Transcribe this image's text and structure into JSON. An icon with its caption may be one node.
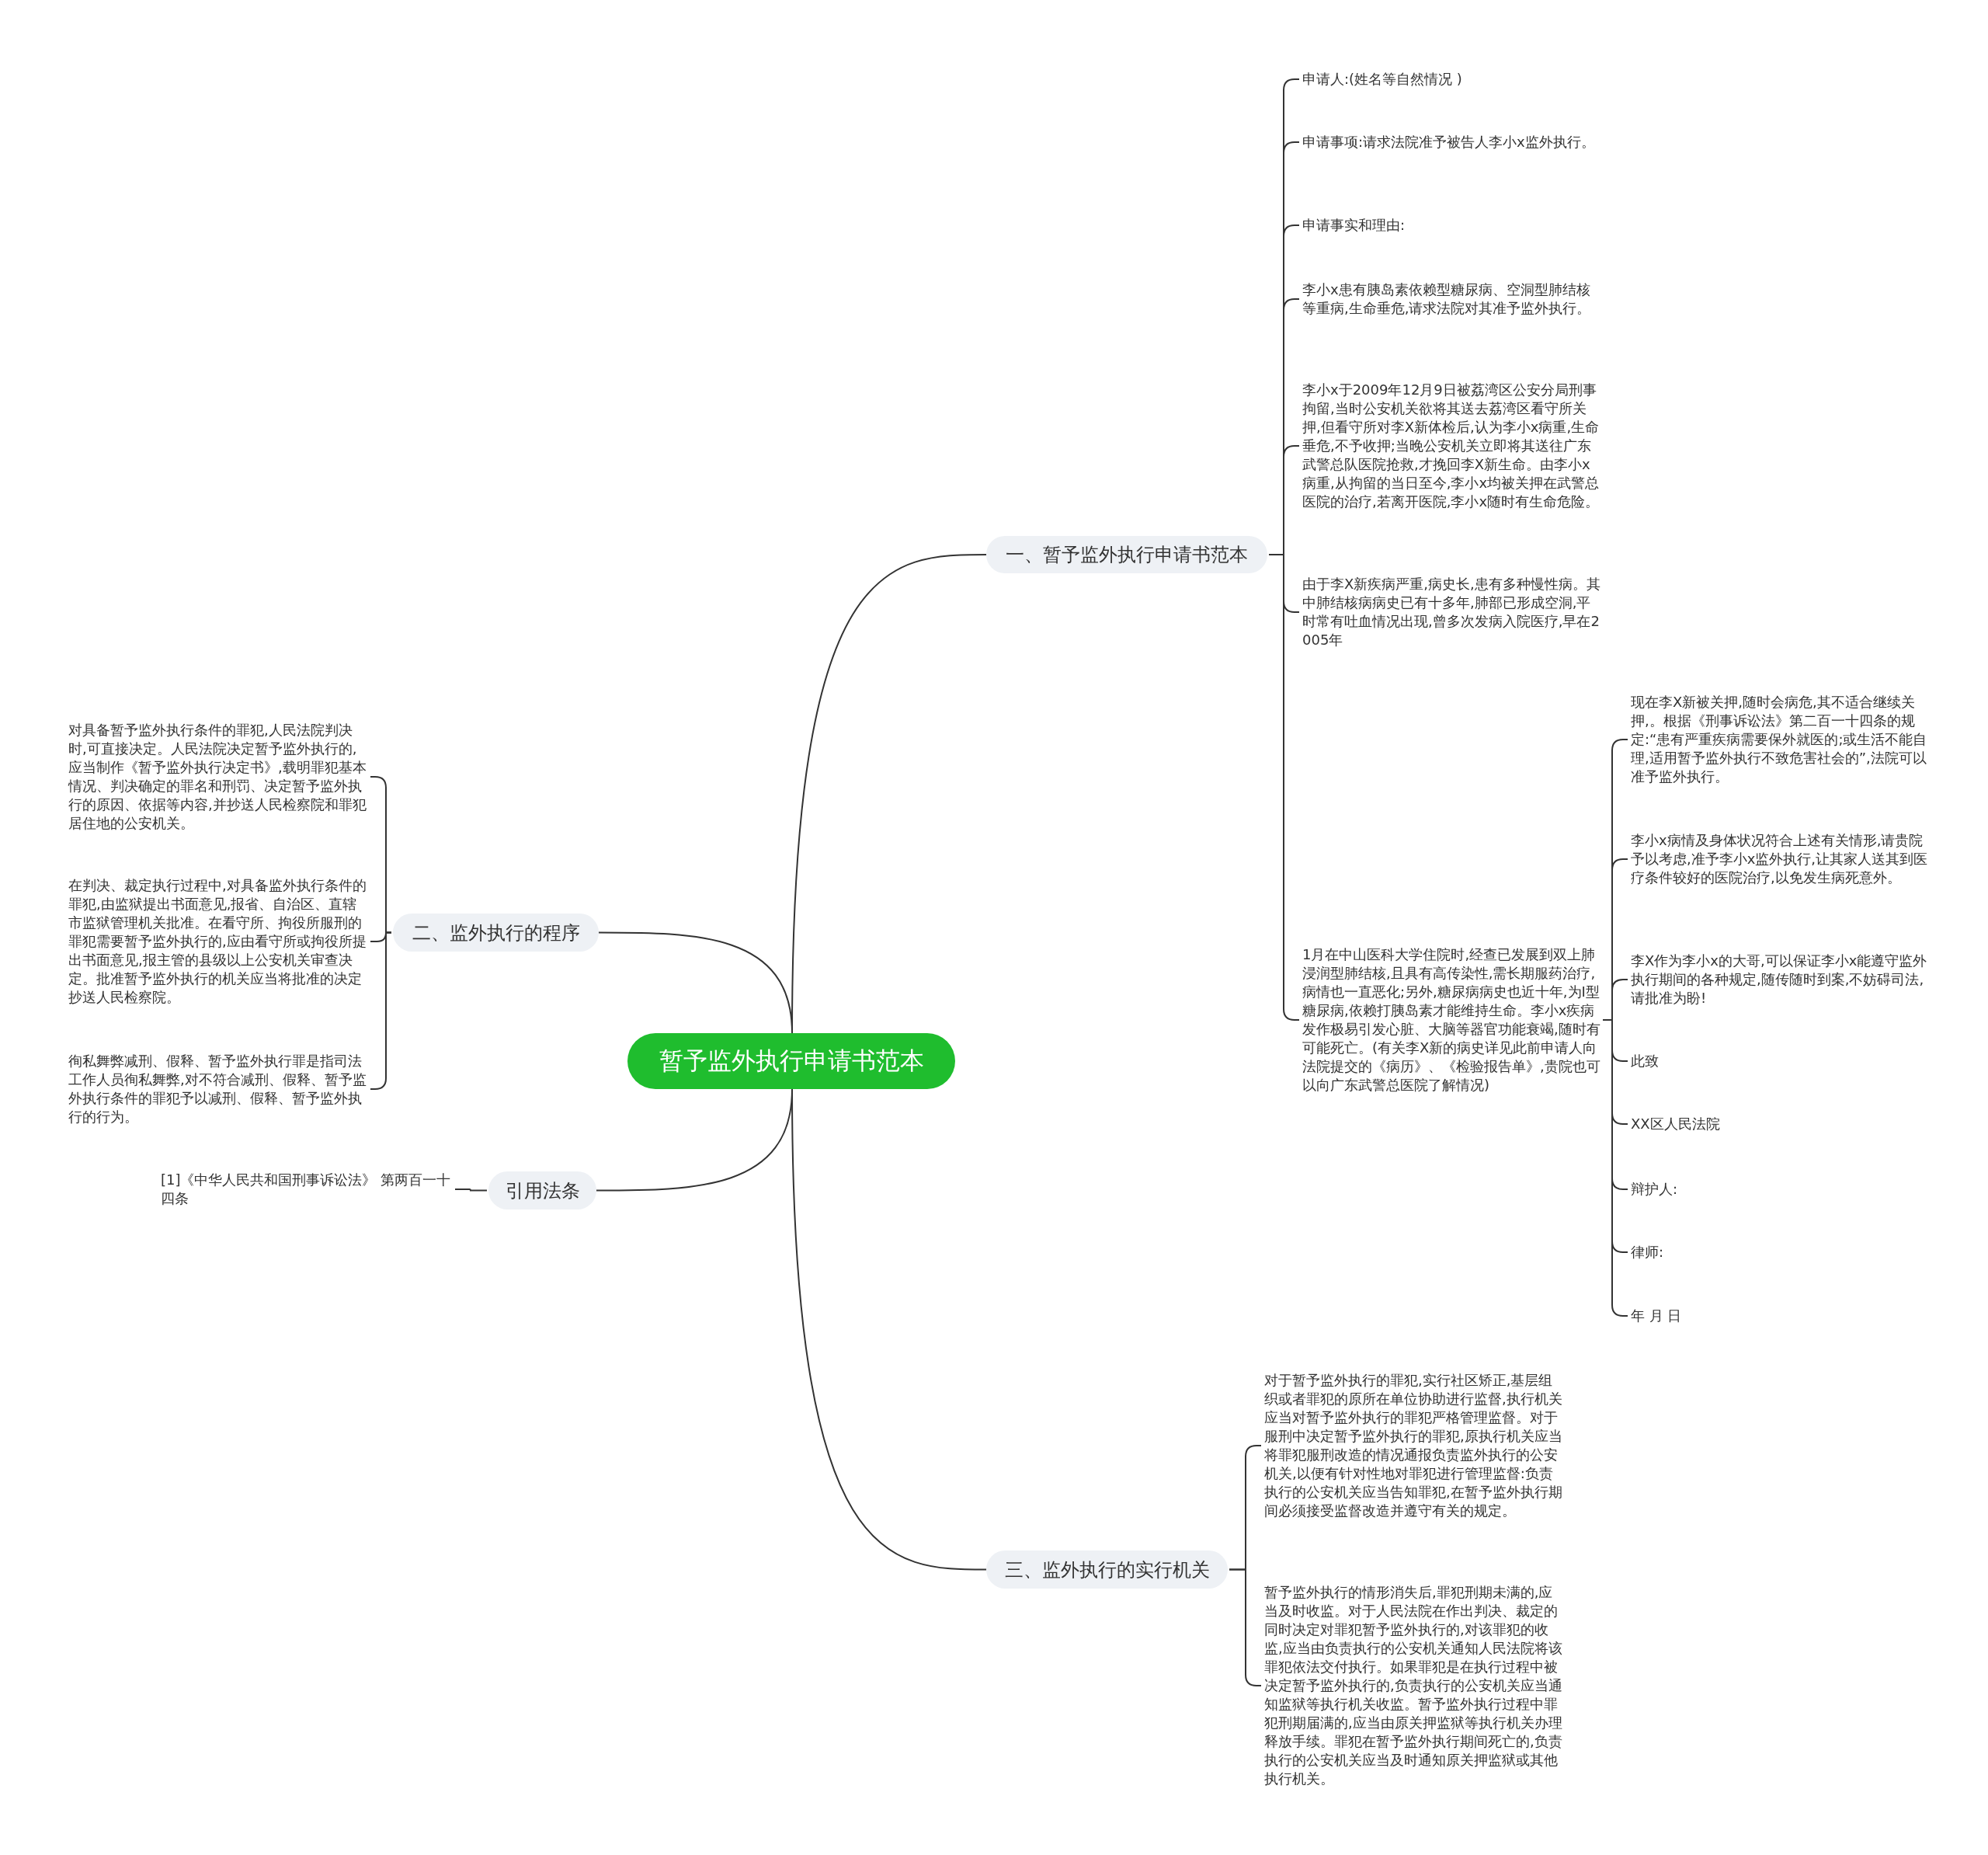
{
  "diagram": {
    "nodes": [
      {
        "text": [
          "暂予监外执行申请书范本"
        ]
      },
      {
        "text": [
          "一、暂予监外执行申请书范本"
        ]
      },
      {
        "text": [
          "申请人:(姓名等自然情况 )"
        ]
      },
      {
        "text": [
          "申请事项:请求法院准予被告人李小x监外执行。"
        ]
      },
      {
        "text": [
          "申请事实和理由:"
        ]
      },
      {
        "text": [
          "李小x患有胰岛素依赖型糖尿病、空洞型肺结核等重病,生命垂危,请求法院对其准予监外执行。"
        ]
      },
      {
        "text": [
          "李小x于2009年12月9日被荔湾区公安分局刑事拘留,当时公安机关欲将其送去荔湾区看守所关押,但看守所对李X新体检后,认为李小x病重,生命垂危,不予收押;当晚公安机关立即将其送往广东武警总队医院抢救,才挽回李X新生命。由李小x病重,从拘留的当日至今,李小x均被关押在武警总医院的治疗,若离开医院,李小x随时有生命危险。"
        ]
      },
      {
        "text": [
          "由于李X新疾病严重,病史长,患有多种慢性病。其中肺结核病病史已有十多年,肺部已形成空洞,平时常有吐血情况出现,曾多次发病入院医疗,早在2005年"
        ]
      },
      {
        "text": [
          "1月在中山医科大学住院时,经查已发展到双上肺浸润型肺结核,且具有高传染性,需长期服药治疗,病情也一直恶化;另外,糖尿病病史也近十年,为I型糖尿病,依赖打胰岛素才能维持生命。李小x疾病发作极易引发心脏、大脑等器官功能衰竭,随时有可能死亡。(有关李X新的病史详见此前申请人向法院提交的《病历》、《检验报告单》,贵院也可以向广东武警总医院了解情况)"
        ]
      },
      {
        "text": [
          "现在李X新被关押,随时会病危,其不适合继续关押,。根据《刑事诉讼法》第二百一十四条的规定:“患有严重疾病需要保外就医的;或生活不能自理,适用暂予监外执行不致危害社会的”,法院可以准予监外执行。"
        ]
      },
      {
        "text": [
          "李小x病情及身体状况符合上述有关情形,请贵院予以考虑,准予李小x监外执行,让其家人送其到医疗条件较好的医院治疗,以免发生病死意外。"
        ]
      },
      {
        "text": [
          "李X作为李小x的大哥,可以保证李小x能遵守监外执行期间的各种规定,随传随时到案,不妨碍司法,请批准为盼!"
        ]
      },
      {
        "text": [
          "此致"
        ]
      },
      {
        "text": [
          "XX区人民法院"
        ]
      },
      {
        "text": [
          "辩护人:"
        ]
      },
      {
        "text": [
          "律师:"
        ]
      },
      {
        "text": [
          "年 月 日"
        ]
      },
      {
        "text": [
          "二、监外执行的程序"
        ]
      },
      {
        "text": [
          "对具备暂予监外执行条件的罪犯,人民法院判决时,可直接决定。人民法院决定暂予监外执行的,应当制作《暂予监外执行决定书》,载明罪犯基本情况、判决确定的罪名和刑罚、决定暂予监外执行的原因、依据等内容,并抄送人民检察院和罪犯居住地的公安机关。"
        ]
      },
      {
        "text": [
          "在判决、裁定执行过程中,对具备监外执行条件的罪犯,由监狱提出书面意见,报省、自治区、直辖市监狱管理机关批准。在看守所、拘役所服刑的罪犯需要暂予监外执行的,应由看守所或拘役所提出书面意见,报主管的县级以上公安机关审查决定。批准暂予监外执行的机关应当将批准的决定抄送人民检察院。"
        ]
      },
      {
        "text": [
          "徇私舞弊减刑、假释、暂予监外执行罪是指司法工作人员徇私舞弊,对不符合减刑、假释、暂予监外执行条件的罪犯予以减刑、假释、暂予监外执行的行为。"
        ]
      },
      {
        "text": [
          "引用法条"
        ]
      },
      {
        "text": [
          "[1]《中华人民共和国刑事诉讼法》 第两百一十四条"
        ]
      },
      {
        "text": [
          "三、监外执行的实行机关"
        ]
      },
      {
        "text": [
          "对于暂予监外执行的罪犯,实行社区矫正,基层组织或者罪犯的原所在单位协助进行监督,执行机关应当对暂予监外执行的罪犯严格管理监督。对于服刑中决定暂予监外执行的罪犯,原执行机关应当将罪犯服刑改造的情况通报负责监外执行的公安机关,以便有针对性地对罪犯进行管理监督:负责执行的公安机关应当告知罪犯,在暂予监外执行期间必须接受监督改造并遵守有关的规定。"
        ]
      },
      {
        "text": [
          "暂予监外执行的情形消失后,罪犯刑期未满的,应当及时收监。对于人民法院在作出判决、裁定的同时决定对罪犯暂予监外执行的,对该罪犯的收监,应当由负责执行的公安机关通知人民法院将该罪犯依法交付执行。如果罪犯是在执行过程中被决定暂予监外执行的,负责执行的公安机关应当通知监狱等执行机关收监。暂予监外执行过程中罪犯刑期届满的,应当由原关押监狱等执行机关办理释放手续。罪犯在暂予监外执行期间死亡的,负责执行的公安机关应当及时通知原关押监狱或其他执行机关。"
        ]
      }
    ],
    "edges": [
      {
        "from": 0,
        "to": 1,
        "arrow": "none"
      },
      {
        "from": 0,
        "to": 17,
        "arrow": "none"
      },
      {
        "from": 0,
        "to": 21,
        "arrow": "none"
      },
      {
        "from": 0,
        "to": 23,
        "arrow": "none"
      },
      {
        "from": 1,
        "to": 2,
        "arrow": "none"
      },
      {
        "from": 1,
        "to": 3,
        "arrow": "none"
      },
      {
        "from": 1,
        "to": 4,
        "arrow": "none"
      },
      {
        "from": 1,
        "to": 5,
        "arrow": "none"
      },
      {
        "from": 1,
        "to": 6,
        "arrow": "none"
      },
      {
        "from": 1,
        "to": 7,
        "arrow": "none"
      },
      {
        "from": 1,
        "to": 8,
        "arrow": "none"
      },
      {
        "from": 8,
        "to": 9,
        "arrow": "none"
      },
      {
        "from": 8,
        "to": 10,
        "arrow": "none"
      },
      {
        "from": 8,
        "to": 11,
        "arrow": "none"
      },
      {
        "from": 8,
        "to": 12,
        "arrow": "none"
      },
      {
        "from": 8,
        "to": 13,
        "arrow": "none"
      },
      {
        "from": 8,
        "to": 14,
        "arrow": "none"
      },
      {
        "from": 8,
        "to": 15,
        "arrow": "none"
      },
      {
        "from": 8,
        "to": 16,
        "arrow": "none"
      },
      {
        "from": 17,
        "to": 18,
        "arrow": "none"
      },
      {
        "from": 17,
        "to": 19,
        "arrow": "none"
      },
      {
        "from": 17,
        "to": 20,
        "arrow": "none"
      },
      {
        "from": 21,
        "to": 22,
        "arrow": "none"
      },
      {
        "from": 23,
        "to": 24,
        "arrow": "none"
      },
      {
        "from": 23,
        "to": 25,
        "arrow": "none"
      }
    ]
  }
}
